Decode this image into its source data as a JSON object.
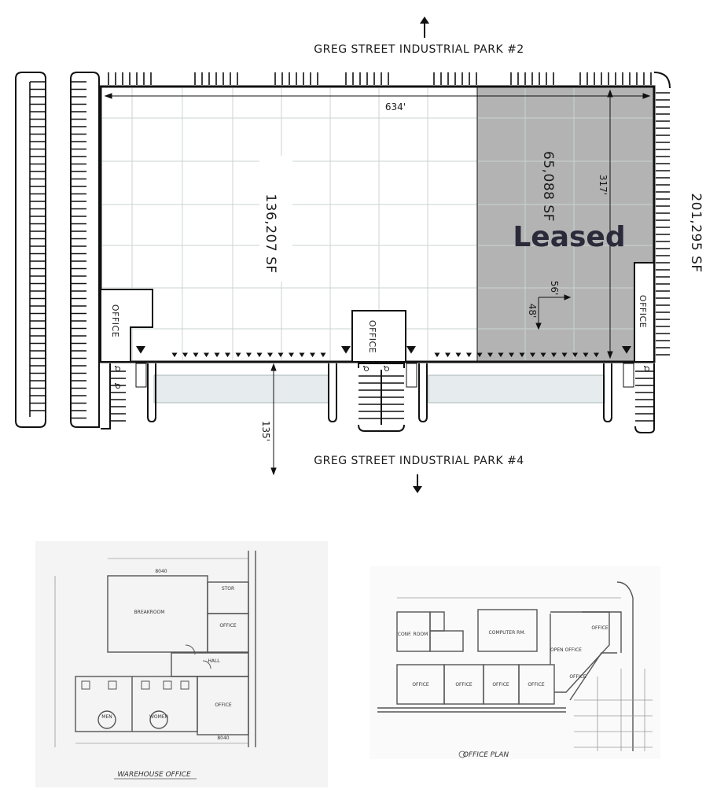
{
  "labels": {
    "park_north": "GREG STREET INDUSTRIAL PARK #2",
    "park_south": "GREG STREET INDUSTRIAL PARK #4",
    "width_dim": "634'",
    "depth_dim": "317'",
    "setback_dim": "135'",
    "bay_width": "56'",
    "bay_depth": "48'",
    "available_area": "136,207 SF",
    "leased_area": "65,088 SF",
    "total_area": "201,295 SF",
    "leased": "Leased",
    "office": "OFFICE"
  },
  "floor_plans": {
    "warehouse_office": {
      "title": "WAREHOUSE OFFICE",
      "rooms": [
        "BREAKROOM",
        "STOR",
        "OFFICE",
        "HALL",
        "MEN",
        "WOMEN",
        "OFFICE"
      ],
      "notes": [
        "8040",
        "8040"
      ]
    },
    "office_plan": {
      "title": "OFFICE PLAN",
      "rooms": [
        "CONF. ROOM",
        "COMPUTER RM.",
        "OPEN OFFICE",
        "OFFICE",
        "OFFICE",
        "OFFICE",
        "OFFICE",
        "OFFICE",
        "OFFICE"
      ]
    }
  },
  "colors": {
    "leased_fill": "#b3b3b3",
    "building_fill": "#ffffff",
    "grid": "#c9d4d2",
    "drive_fill": "#e6ebed",
    "line": "#111111"
  },
  "icons": [
    "north-arrow-icon",
    "south-arrow-icon",
    "dock-door-marker-icon",
    "accessible-parking-icon"
  ]
}
